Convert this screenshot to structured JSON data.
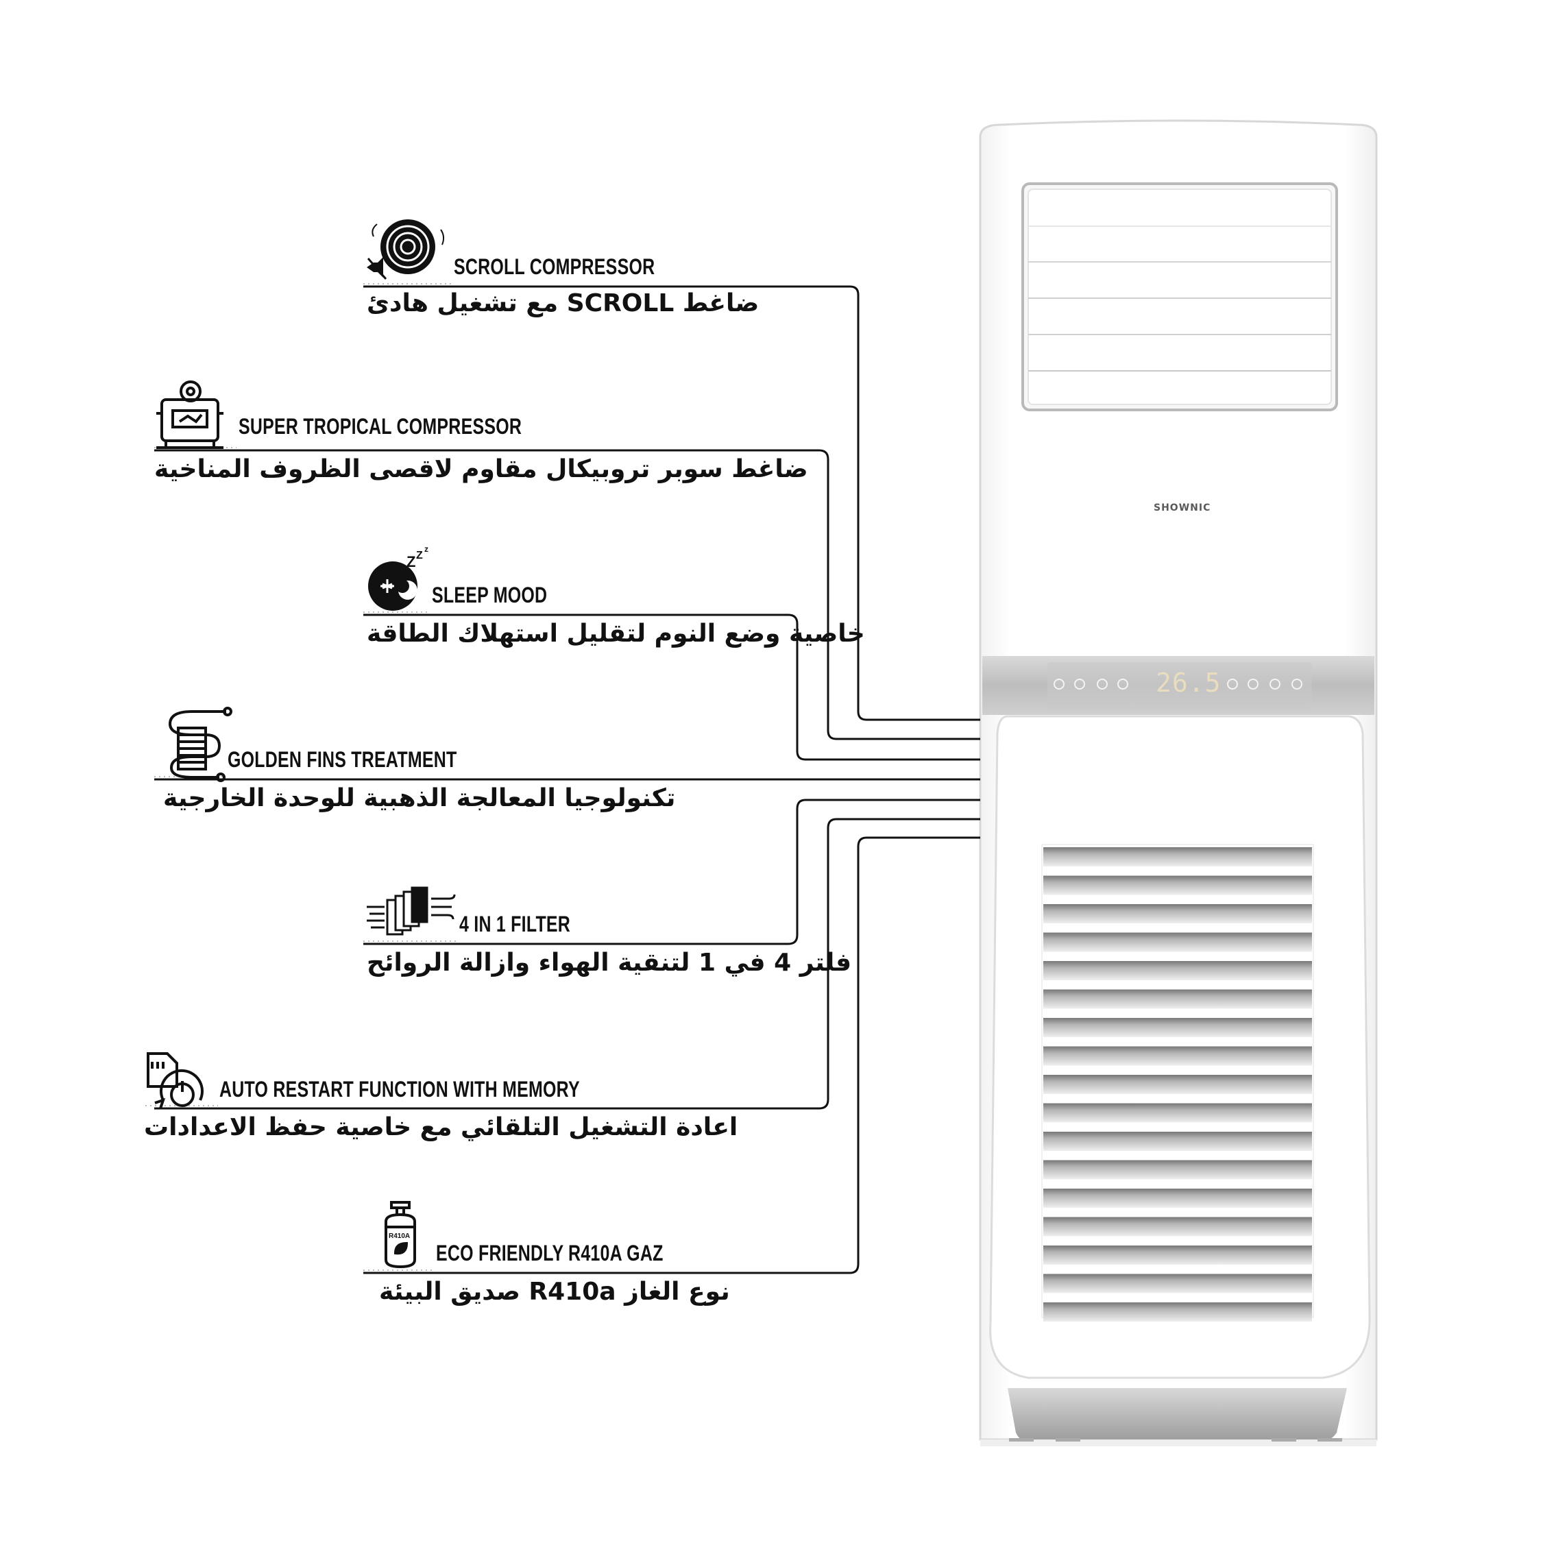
{
  "product": {
    "brand": "SHOWNIC",
    "display_temperature": "26.5"
  },
  "features": [
    {
      "title": "SCROLL COMPRESSOR",
      "subtitle": "ضاغط SCROLL مع تشغيل هادئ",
      "icon": "scroll-compressor-icon"
    },
    {
      "title": "SUPER TROPICAL COMPRESSOR",
      "subtitle": "ضاغط سوبر تروبيكال مقاوم لاقصى الظروف المناخية",
      "icon": "tropical-compressor-icon"
    },
    {
      "title": "SLEEP MOOD",
      "subtitle": "خاصية وضع النوم لتقليل استهلاك الطاقة",
      "icon": "sleep-mode-icon"
    },
    {
      "title": "GOLDEN FINS TREATMENT",
      "subtitle": "تكنولوجيا المعالجة الذهبية للوحدة الخارجية",
      "icon": "golden-fins-icon"
    },
    {
      "title": "4 IN 1 FILTER",
      "subtitle": "فلتر 4 في 1 لتنقية الهواء وازالة الروائح",
      "icon": "filter-icon"
    },
    {
      "title": "AUTO RESTART FUNCTION WITH MEMORY",
      "subtitle": "اعادة التشغيل التلقائي مع خاصية حفظ الاعدادات",
      "icon": "auto-restart-icon"
    },
    {
      "title": "ECO FRIENDLY R410A GAZ",
      "subtitle": "نوع الغاز R410a صديق البيئة",
      "icon": "gas-cylinder-icon"
    }
  ],
  "icon_labels": {
    "gas_cylinder": "R410A"
  },
  "colors": {
    "text": "#111111",
    "panel_gray": "#c4c4c4",
    "unit_white": "#fbfbfb",
    "display_amber": "#e9dcbf"
  }
}
